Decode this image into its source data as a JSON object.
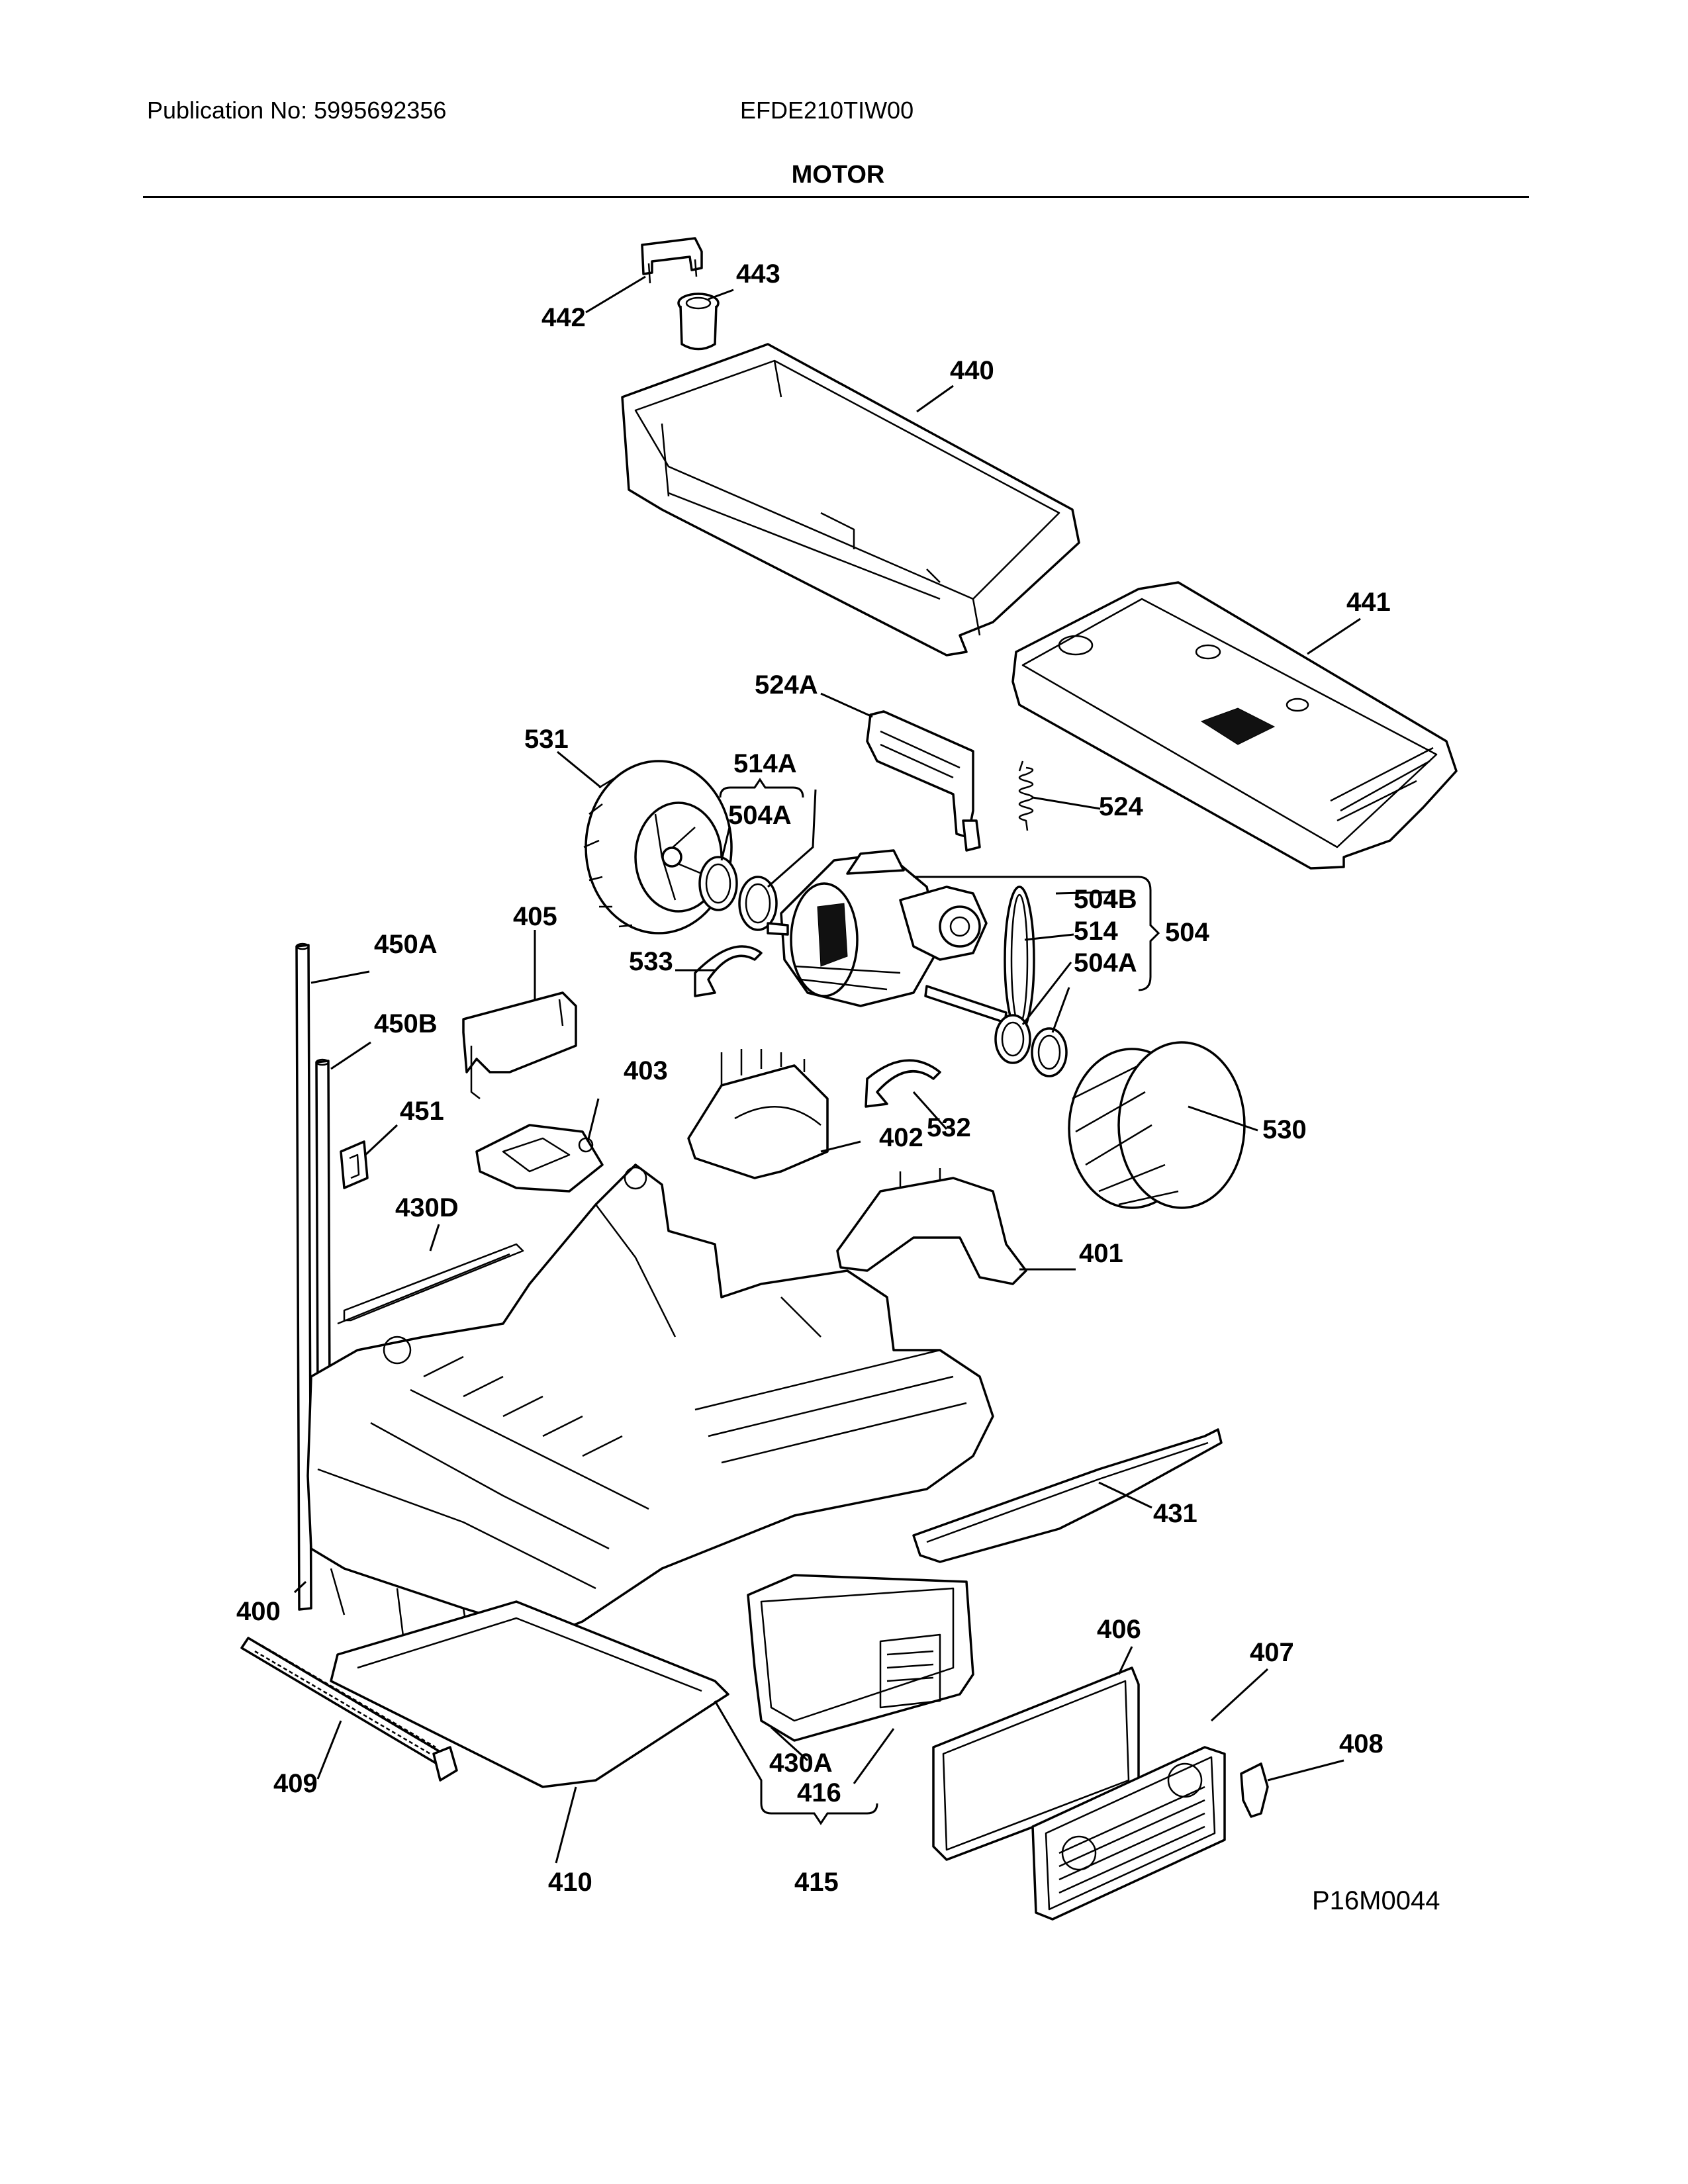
{
  "header": {
    "publication": "Publication No: 5995692356",
    "model": "EFDE210TIW00",
    "section_title": "MOTOR"
  },
  "footer": {
    "diagram_code": "P16M0044"
  },
  "callouts": {
    "c442": "442",
    "c443": "443",
    "c440": "440",
    "c441": "441",
    "c524A": "524A",
    "c531": "531",
    "c514A": "514A",
    "c504A_top": "504A",
    "c524": "524",
    "c504B": "504B",
    "c504": "504",
    "c514": "514",
    "c504A_right": "504A",
    "c405": "405",
    "c450A": "450A",
    "c533": "533",
    "c450B": "450B",
    "c403": "403",
    "c451": "451",
    "c402": "402",
    "c532": "532",
    "c530": "530",
    "c430D": "430D",
    "c401": "401",
    "c431": "431",
    "c400": "400",
    "c406": "406",
    "c407": "407",
    "c408": "408",
    "c409": "409",
    "c430A": "430A",
    "c416": "416",
    "c410": "410",
    "c415": "415"
  },
  "colors": {
    "line": "#000000",
    "background": "#ffffff"
  }
}
